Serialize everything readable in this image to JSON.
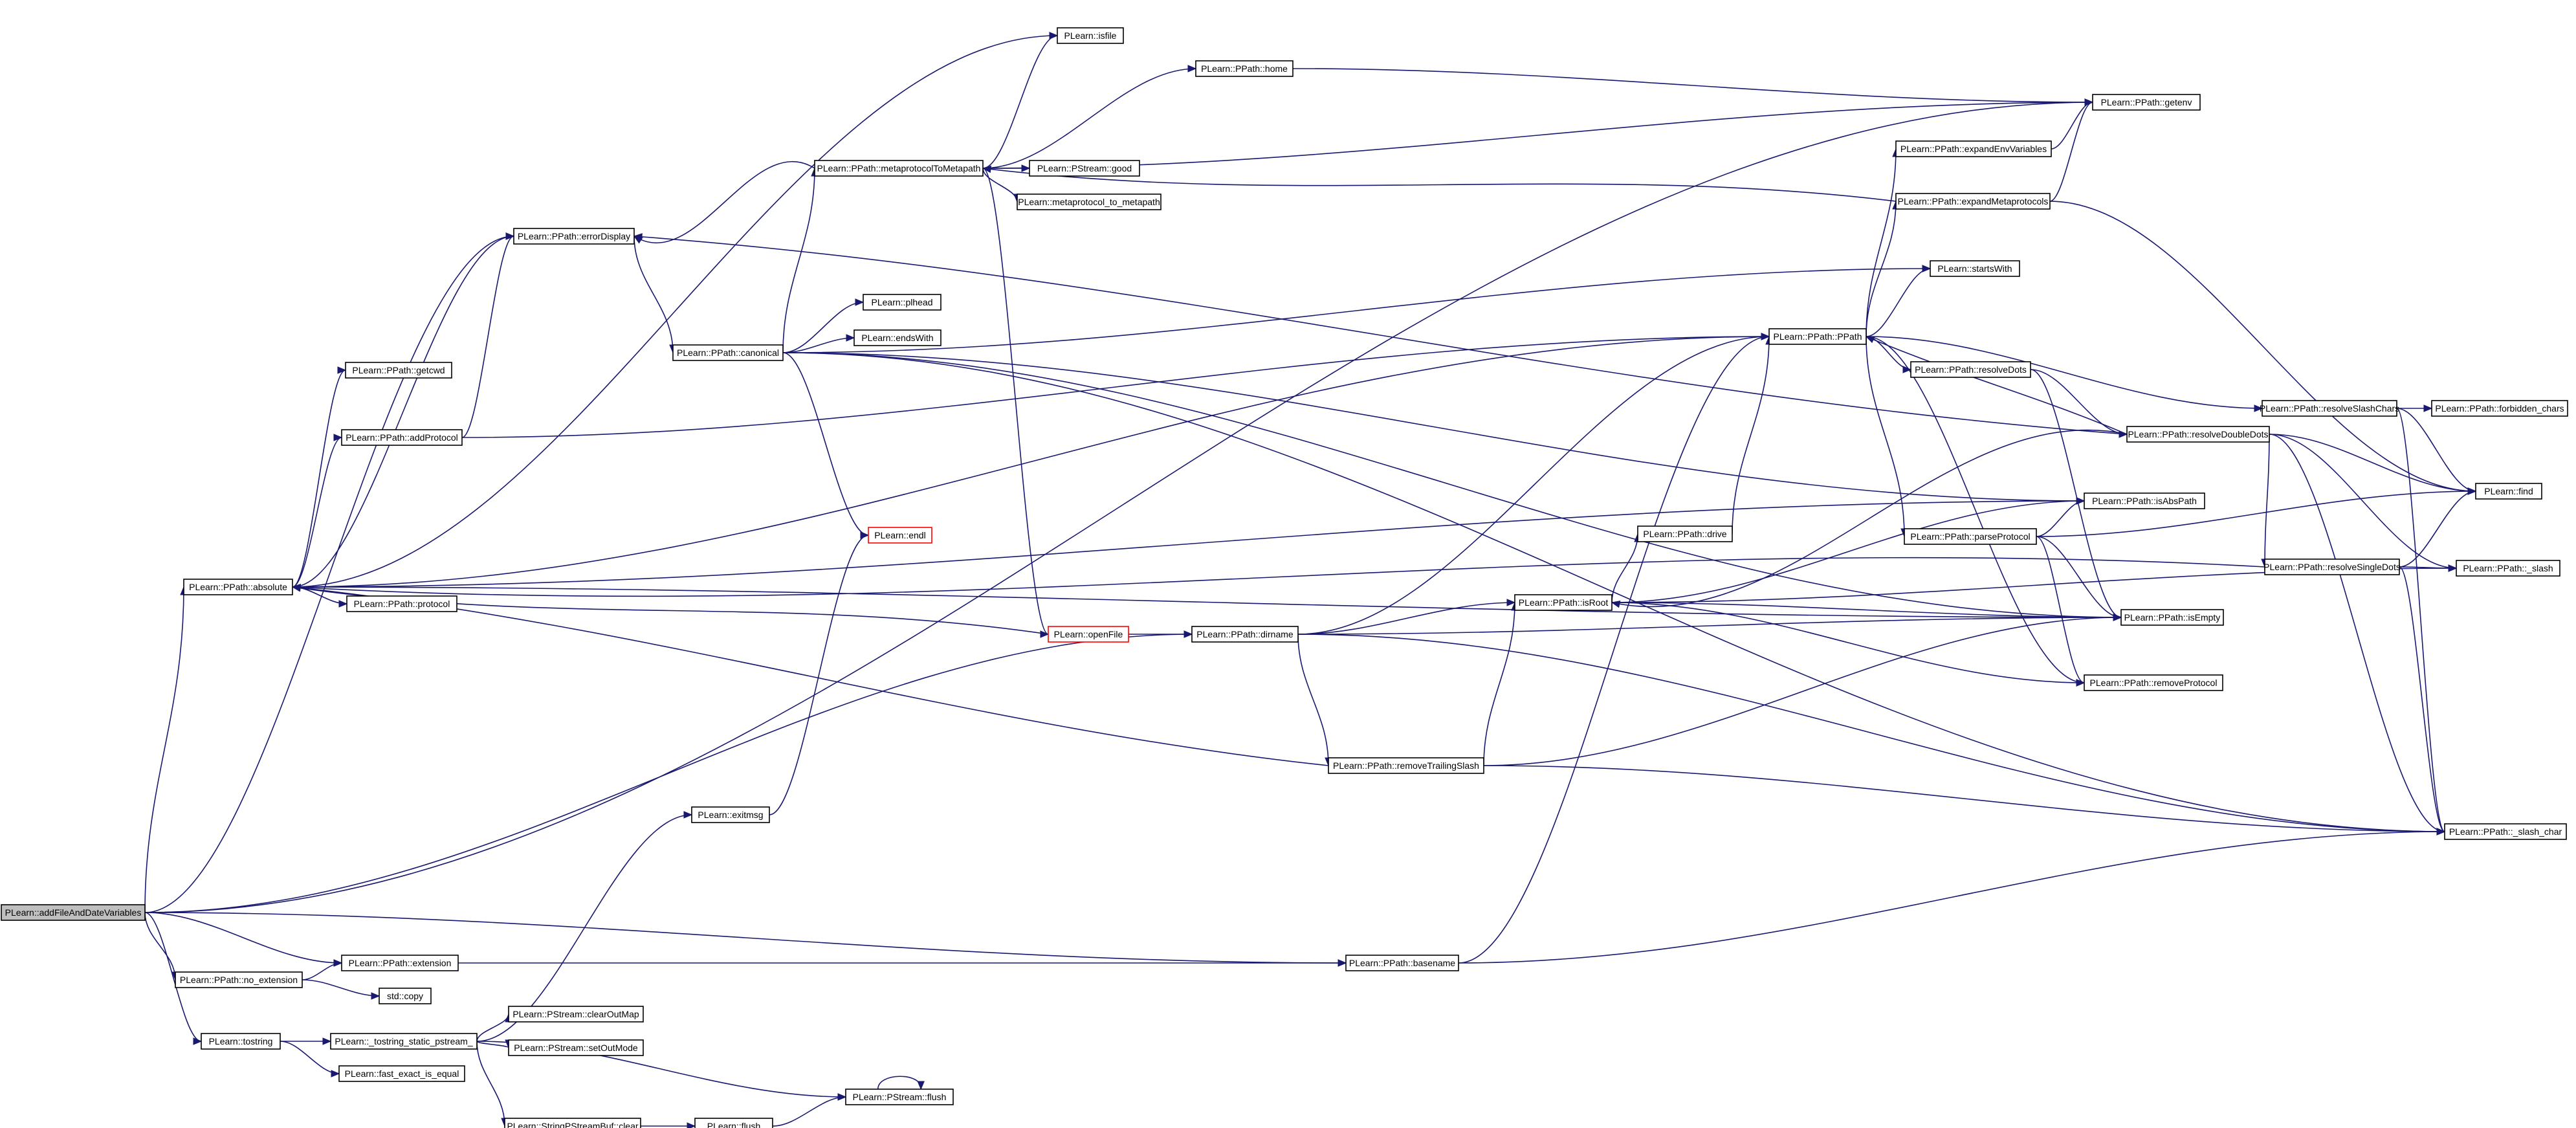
{
  "graph": {
    "nodes": [
      {
        "id": "addFileAndDateVariables",
        "label": "PLearn::addFileAndDateVariables",
        "root": true
      },
      {
        "id": "isfile",
        "label": "PLearn::isfile"
      },
      {
        "id": "home",
        "label": "PLearn::PPath::home"
      },
      {
        "id": "getenv",
        "label": "PLearn::PPath::getenv"
      },
      {
        "id": "metaToMeta",
        "label": "PLearn::PPath::metaprotocolToMetapath"
      },
      {
        "id": "good",
        "label": "PLearn::PStream::good"
      },
      {
        "id": "meta_to_meta",
        "label": "PLearn::metaprotocol_to_metapath"
      },
      {
        "id": "expandEnv",
        "label": "PLearn::PPath::expandEnvVariables"
      },
      {
        "id": "expandMeta",
        "label": "PLearn::PPath::expandMetaprotocols"
      },
      {
        "id": "errorDisplay",
        "label": "PLearn::PPath::errorDisplay"
      },
      {
        "id": "startsWith",
        "label": "PLearn::startsWith"
      },
      {
        "id": "pllhead",
        "label": "PLearn::plhead"
      },
      {
        "id": "canonical",
        "label": "PLearn::PPath::canonical"
      },
      {
        "id": "endsWith",
        "label": "PLearn::endsWith"
      },
      {
        "id": "PPath",
        "label": "PLearn::PPath::PPath"
      },
      {
        "id": "getcwd",
        "label": "PLearn::PPath::getcwd"
      },
      {
        "id": "resolveDots",
        "label": "PLearn::PPath::resolveDots"
      },
      {
        "id": "resolveSlashChars",
        "label": "PLearn::PPath::resolveSlashChars"
      },
      {
        "id": "forbidden",
        "label": "PLearn::PPath::forbidden_chars"
      },
      {
        "id": "addProtocol",
        "label": "PLearn::PPath::addProtocol"
      },
      {
        "id": "resolveDoubleDots",
        "label": "PLearn::PPath::resolveDoubleDots"
      },
      {
        "id": "find",
        "label": "PLearn::find"
      },
      {
        "id": "isAbsPath",
        "label": "PLearn::PPath::isAbsPath"
      },
      {
        "id": "endl",
        "label": "PLearn::endl",
        "red": true
      },
      {
        "id": "drive",
        "label": "PLearn::PPath::drive"
      },
      {
        "id": "parseProtocol",
        "label": "PLearn::PPath::parseProtocol"
      },
      {
        "id": "absolute",
        "label": "PLearn::PPath::absolute"
      },
      {
        "id": "resolveSingleDots",
        "label": "PLearn::PPath::resolveSingleDots"
      },
      {
        "id": "slash",
        "label": "PLearn::PPath::_slash"
      },
      {
        "id": "protocol",
        "label": "PLearn::PPath::protocol"
      },
      {
        "id": "isRoot",
        "label": "PLearn::PPath::isRoot"
      },
      {
        "id": "openFile",
        "label": "PLearn::openFile",
        "red": true
      },
      {
        "id": "dirname",
        "label": "PLearn::PPath::dirname"
      },
      {
        "id": "isEmpty",
        "label": "PLearn::PPath::isEmpty"
      },
      {
        "id": "removeProtocol",
        "label": "PLearn::PPath::removeProtocol"
      },
      {
        "id": "removeTrailingSlash",
        "label": "PLearn::PPath::removeTrailingSlash"
      },
      {
        "id": "exitmsg",
        "label": "PLearn::exitmsg"
      },
      {
        "id": "slash_char",
        "label": "PLearn::PPath::_slash_char"
      },
      {
        "id": "extension",
        "label": "PLearn::PPath::extension"
      },
      {
        "id": "basename",
        "label": "PLearn::PPath::basename"
      },
      {
        "id": "no_extension",
        "label": "PLearn::PPath::no_extension"
      },
      {
        "id": "copy",
        "label": "std::copy"
      },
      {
        "id": "tostring",
        "label": "PLearn::tostring"
      },
      {
        "id": "tostring_static",
        "label": "PLearn::_tostring_static_pstream_"
      },
      {
        "id": "clearOutMap",
        "label": "PLearn::PStream::clearOutMap"
      },
      {
        "id": "setOutMode",
        "label": "PLearn::PStream::setOutMode"
      },
      {
        "id": "fast_exact",
        "label": "PLearn::fast_exact_is_equal"
      },
      {
        "id": "pstream_flush",
        "label": "PLearn::PStream::flush"
      },
      {
        "id": "sbuf_clear",
        "label": "PLearn::StringPStreamBuf::clear"
      },
      {
        "id": "flush",
        "label": "PLearn::flush"
      }
    ]
  }
}
